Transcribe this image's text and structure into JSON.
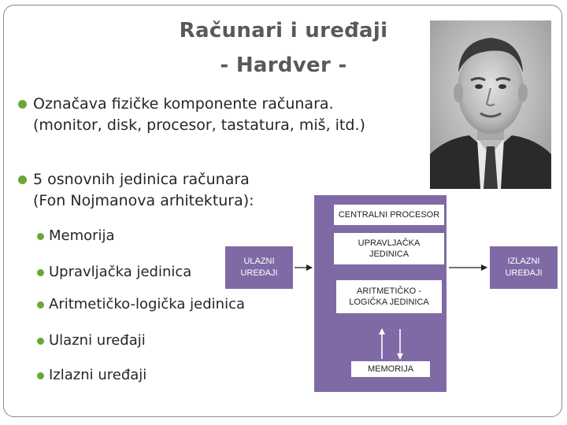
{
  "slide": {
    "title_line1": "Računari i uređaji",
    "title_line2": "- Hardver -"
  },
  "bullets": [
    {
      "line1": "Označava fizičke komponente računara.",
      "line2": "(monitor, disk, procesor, tastatura, miš, itd.)"
    },
    {
      "line1": "5 osnovnih jedinica računara",
      "line2": "(Fon Nojmanova arhitektura):"
    }
  ],
  "sub_bullets": [
    "Memorija",
    "Upravljačka jedinica",
    "Aritmetičko-logička jedinica",
    "Ulazni uređaji",
    "Izlazni uređaji"
  ],
  "diagram": {
    "input_devices": [
      "ULAZNI",
      "UREĐAJI"
    ],
    "cpu_label": "CENTRALNI PROCESOR",
    "control_unit": [
      "UPRAVLJAČKA",
      "JEDINICA"
    ],
    "alu": [
      "ARITMETIČKO -",
      "LOGIČKA JEDINICA"
    ],
    "memory": "MEMORIJA",
    "output_devices": [
      "IZLAZNI",
      "UREĐAJI"
    ]
  },
  "colors": {
    "title": "#595959",
    "bullet": "#6aa833",
    "diagram": "#7f6aa6"
  },
  "icons": {
    "portrait": "portrait-photo-icon",
    "bullet": "bullet-dot-icon",
    "arrow": "arrow-icon"
  }
}
